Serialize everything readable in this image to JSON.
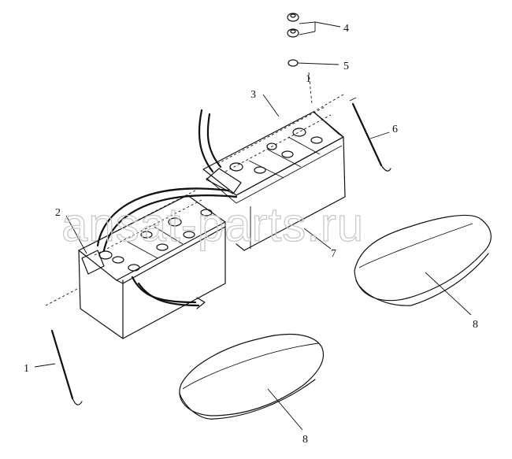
{
  "watermark": "ansat-parts.ru",
  "callouts": {
    "c1": "1",
    "c1b": "1",
    "c2": "2",
    "c3": "3",
    "c4": "4",
    "c5": "5",
    "c6": "6",
    "c7": "7",
    "c8a": "8",
    "c8b": "8"
  }
}
